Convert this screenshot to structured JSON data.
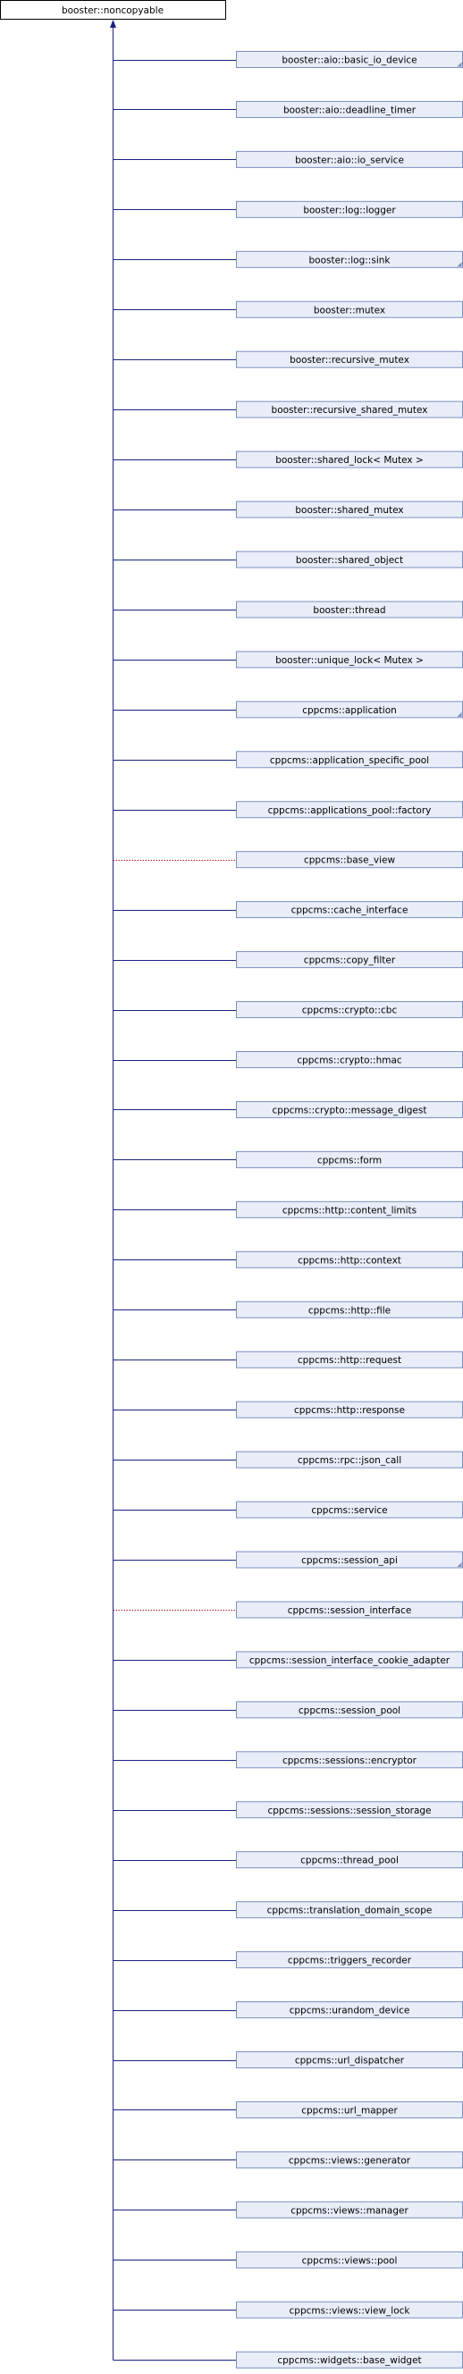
{
  "diagram": {
    "base_class": "booster::noncopyable",
    "colors": {
      "edge": "#1a237e",
      "edge_dotted": "#b71c1c",
      "node_fill": "#e8edf8",
      "node_border": "#7b8fc0",
      "root_fill": "#ffffff",
      "root_border": "#000000"
    },
    "derived": [
      {
        "label": "booster::aio::basic_io_device",
        "corner": true,
        "dotted": false
      },
      {
        "label": "booster::aio::deadline_timer",
        "corner": false,
        "dotted": false
      },
      {
        "label": "booster::aio::io_service",
        "corner": false,
        "dotted": false
      },
      {
        "label": "booster::log::logger",
        "corner": false,
        "dotted": false
      },
      {
        "label": "booster::log::sink",
        "corner": true,
        "dotted": false
      },
      {
        "label": "booster::mutex",
        "corner": false,
        "dotted": false
      },
      {
        "label": "booster::recursive_mutex",
        "corner": false,
        "dotted": false
      },
      {
        "label": "booster::recursive_shared_mutex",
        "corner": false,
        "dotted": false
      },
      {
        "label": "booster::shared_lock< Mutex >",
        "corner": false,
        "dotted": false
      },
      {
        "label": "booster::shared_mutex",
        "corner": false,
        "dotted": false
      },
      {
        "label": "booster::shared_object",
        "corner": false,
        "dotted": false
      },
      {
        "label": "booster::thread",
        "corner": false,
        "dotted": false
      },
      {
        "label": "booster::unique_lock< Mutex >",
        "corner": false,
        "dotted": false
      },
      {
        "label": "cppcms::application",
        "corner": true,
        "dotted": false
      },
      {
        "label": "cppcms::application_specific_pool",
        "corner": false,
        "dotted": false
      },
      {
        "label": "cppcms::applications_pool::factory",
        "corner": false,
        "dotted": false
      },
      {
        "label": "cppcms::base_view",
        "corner": false,
        "dotted": true
      },
      {
        "label": "cppcms::cache_interface",
        "corner": false,
        "dotted": false
      },
      {
        "label": "cppcms::copy_filter",
        "corner": false,
        "dotted": false
      },
      {
        "label": "cppcms::crypto::cbc",
        "corner": false,
        "dotted": false
      },
      {
        "label": "cppcms::crypto::hmac",
        "corner": false,
        "dotted": false
      },
      {
        "label": "cppcms::crypto::message_digest",
        "corner": false,
        "dotted": false
      },
      {
        "label": "cppcms::form",
        "corner": false,
        "dotted": false
      },
      {
        "label": "cppcms::http::content_limits",
        "corner": false,
        "dotted": false
      },
      {
        "label": "cppcms::http::context",
        "corner": false,
        "dotted": false
      },
      {
        "label": "cppcms::http::file",
        "corner": false,
        "dotted": false
      },
      {
        "label": "cppcms::http::request",
        "corner": false,
        "dotted": false
      },
      {
        "label": "cppcms::http::response",
        "corner": false,
        "dotted": false
      },
      {
        "label": "cppcms::rpc::json_call",
        "corner": false,
        "dotted": false
      },
      {
        "label": "cppcms::service",
        "corner": false,
        "dotted": false
      },
      {
        "label": "cppcms::session_api",
        "corner": true,
        "dotted": false
      },
      {
        "label": "cppcms::session_interface",
        "corner": false,
        "dotted": true
      },
      {
        "label": "cppcms::session_interface_cookie_adapter",
        "corner": false,
        "dotted": false
      },
      {
        "label": "cppcms::session_pool",
        "corner": false,
        "dotted": false
      },
      {
        "label": "cppcms::sessions::encryptor",
        "corner": false,
        "dotted": false
      },
      {
        "label": "cppcms::sessions::session_storage",
        "corner": false,
        "dotted": false
      },
      {
        "label": "cppcms::thread_pool",
        "corner": false,
        "dotted": false
      },
      {
        "label": "cppcms::translation_domain_scope",
        "corner": false,
        "dotted": false
      },
      {
        "label": "cppcms::triggers_recorder",
        "corner": false,
        "dotted": false
      },
      {
        "label": "cppcms::urandom_device",
        "corner": false,
        "dotted": false
      },
      {
        "label": "cppcms::url_dispatcher",
        "corner": false,
        "dotted": false
      },
      {
        "label": "cppcms::url_mapper",
        "corner": false,
        "dotted": false
      },
      {
        "label": "cppcms::views::generator",
        "corner": false,
        "dotted": false
      },
      {
        "label": "cppcms::views::manager",
        "corner": false,
        "dotted": false
      },
      {
        "label": "cppcms::views::pool",
        "corner": false,
        "dotted": false
      },
      {
        "label": "cppcms::views::view_lock",
        "corner": false,
        "dotted": false
      },
      {
        "label": "cppcms::widgets::base_widget",
        "corner": false,
        "dotted": false
      }
    ]
  }
}
